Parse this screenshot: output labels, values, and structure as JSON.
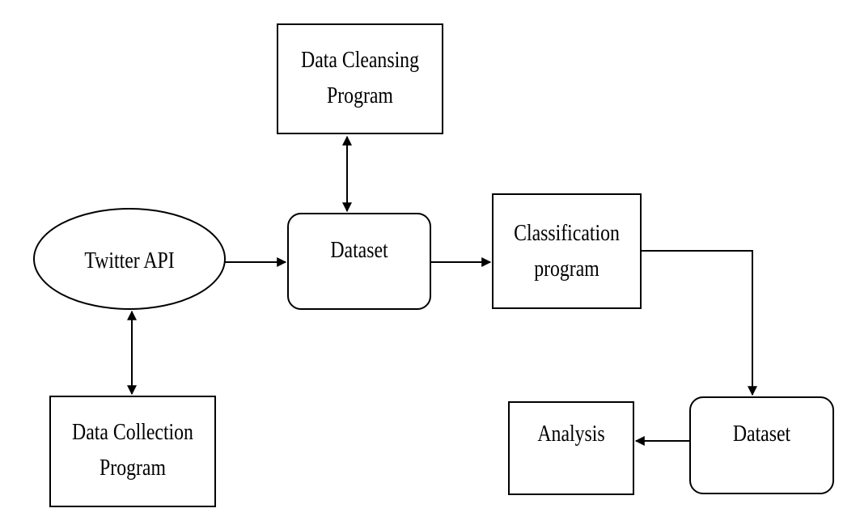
{
  "nodes": {
    "data_cleansing": {
      "label": "Data Cleansing\nProgram",
      "shape": "rectangle"
    },
    "twitter_api": {
      "label": "Twitter API",
      "shape": "ellipse"
    },
    "dataset_1": {
      "label": "Dataset",
      "shape": "rounded-rectangle"
    },
    "classification": {
      "label": "Classification\nprogram",
      "shape": "rectangle"
    },
    "data_collection": {
      "label": "Data Collection\nProgram",
      "shape": "rectangle"
    },
    "analysis": {
      "label": "Analysis",
      "shape": "rectangle"
    },
    "dataset_2": {
      "label": "Dataset",
      "shape": "rounded-rectangle"
    }
  },
  "edges": [
    {
      "from": "dataset_1",
      "to": "data_cleansing",
      "direction": "bidirectional"
    },
    {
      "from": "twitter_api",
      "to": "dataset_1",
      "direction": "forward"
    },
    {
      "from": "dataset_1",
      "to": "classification",
      "direction": "forward"
    },
    {
      "from": "twitter_api",
      "to": "data_collection",
      "direction": "bidirectional"
    },
    {
      "from": "classification",
      "to": "dataset_2",
      "direction": "forward"
    },
    {
      "from": "dataset_2",
      "to": "analysis",
      "direction": "forward"
    }
  ],
  "colors": {
    "stroke": "#000000",
    "fill": "#ffffff"
  }
}
